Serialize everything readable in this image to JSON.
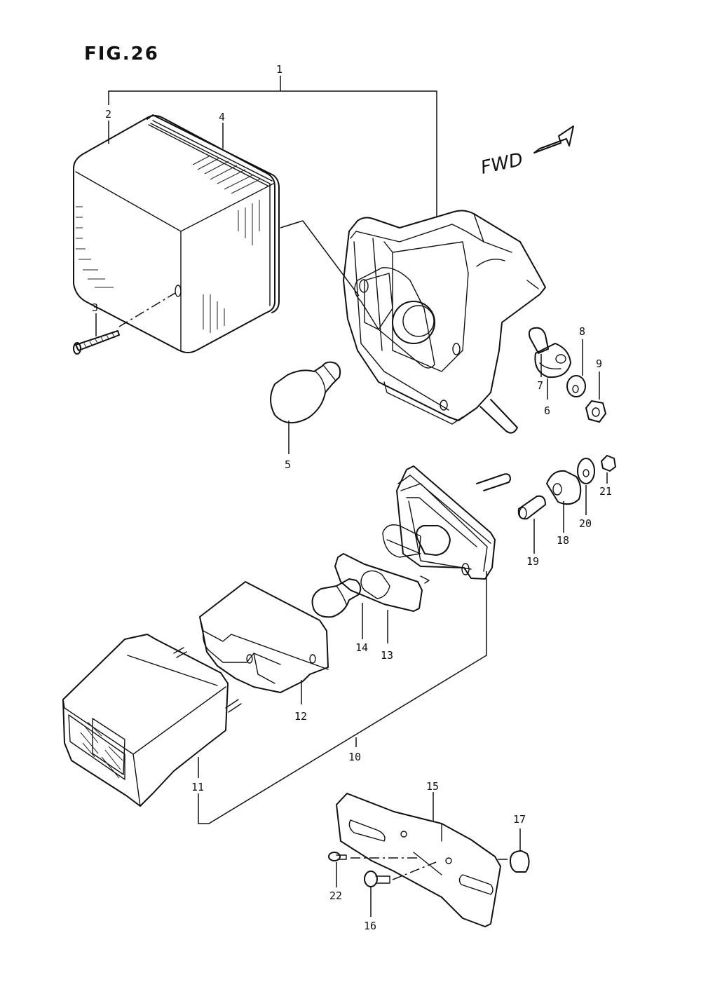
{
  "figure": {
    "title": "FIG.26",
    "direction_label": "FWD"
  },
  "callouts": [
    "1",
    "2",
    "3",
    "4",
    "5",
    "6",
    "7",
    "8",
    "9",
    "10",
    "11",
    "12",
    "13",
    "14",
    "15",
    "16",
    "17",
    "18",
    "19",
    "20",
    "21",
    "22"
  ]
}
